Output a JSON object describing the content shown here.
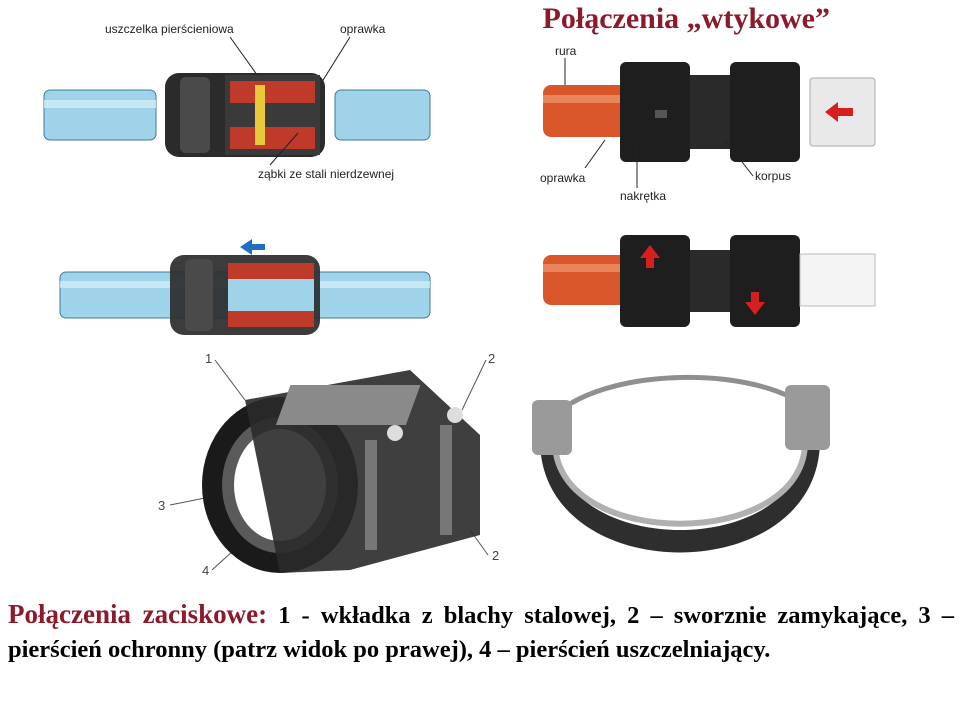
{
  "title": "Połączenia „wtykowe”",
  "fig1": {
    "label_seal": "uszczelka pierścieniowa",
    "label_holder": "oprawka",
    "label_teeth": "ząbki ze stali nierdzewnej"
  },
  "fig2": {
    "label_pipe": "rura",
    "label_holder": "oprawka",
    "label_nut": "nakrętka",
    "label_body": "korpus"
  },
  "fig3": {
    "n1": "1",
    "n2a": "2",
    "n2b": "2",
    "n3": "3",
    "n4": "4"
  },
  "caption": {
    "heading": "Połączenia zaciskowe:",
    "text": "1 - wkładka z blachy stalowej, 2 – sworznie zamykające, 3 – pierścień ochronny (patrz widok po prawej), 4 – pierścień uszczelniający."
  },
  "colors": {
    "title": "#8b1a2b",
    "pipe_blue": "#9fd3ea",
    "pipe_copper": "#d9562b",
    "marker_red": "#d62020",
    "marker_blue": "#1f6fc2"
  }
}
